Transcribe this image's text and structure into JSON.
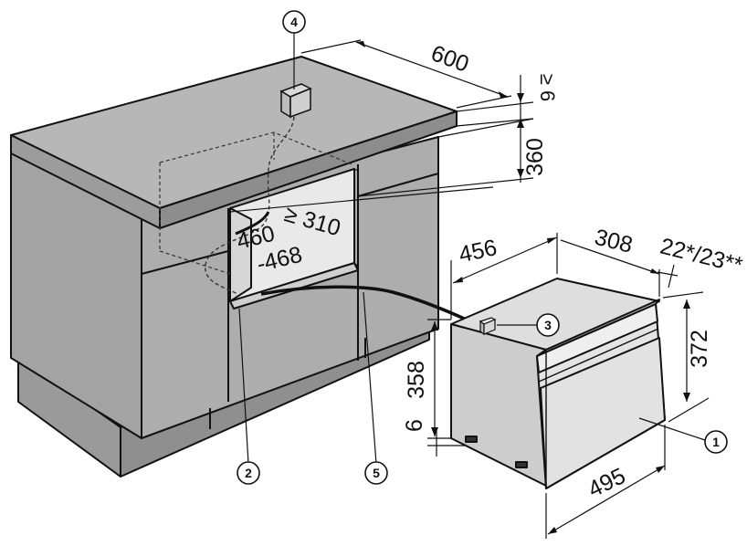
{
  "dimensions": {
    "cabinet_depth": "600",
    "gap_top": "≥ 6",
    "niche_height": "360",
    "niche_depth": "≥ 310",
    "niche_width_a": "460",
    "niche_width_b": "-468",
    "oven_width": "456",
    "oven_depth": "308",
    "front_thickness": "22*/23**",
    "front_height": "372",
    "body_height": "358",
    "base_gap": "6",
    "front_width": "495"
  },
  "callouts": [
    "1",
    "2",
    "3",
    "4",
    "5"
  ],
  "colors": {
    "cabinet_fill": "#a8a8a8",
    "worktop_top": "#b6b6b6",
    "worktop_edge": "#8d8d8d",
    "niche_fill": "#e9e9e9",
    "oven_body": "#d2d2d2",
    "oven_front": "#e4e4e4",
    "line": "#111111"
  }
}
